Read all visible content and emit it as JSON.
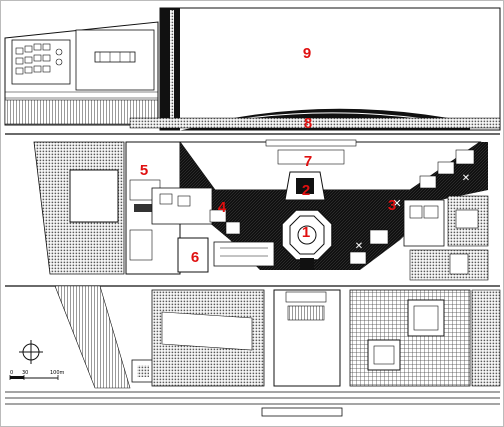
{
  "plan": {
    "markers": [
      {
        "id": "1",
        "label": "1"
      },
      {
        "id": "2",
        "label": "2"
      },
      {
        "id": "3",
        "label": "3"
      },
      {
        "id": "4",
        "label": "4"
      },
      {
        "id": "5",
        "label": "5"
      },
      {
        "id": "6",
        "label": "6"
      },
      {
        "id": "7",
        "label": "7"
      },
      {
        "id": "8",
        "label": "8"
      },
      {
        "id": "9",
        "label": "9"
      }
    ],
    "scale_bar": {
      "ticks": [
        "0",
        "30",
        "100m"
      ]
    },
    "colors": {
      "ink": "#111111",
      "marker": "#e01010",
      "paper": "#ffffff",
      "hatch": "#6e6e6e"
    }
  }
}
